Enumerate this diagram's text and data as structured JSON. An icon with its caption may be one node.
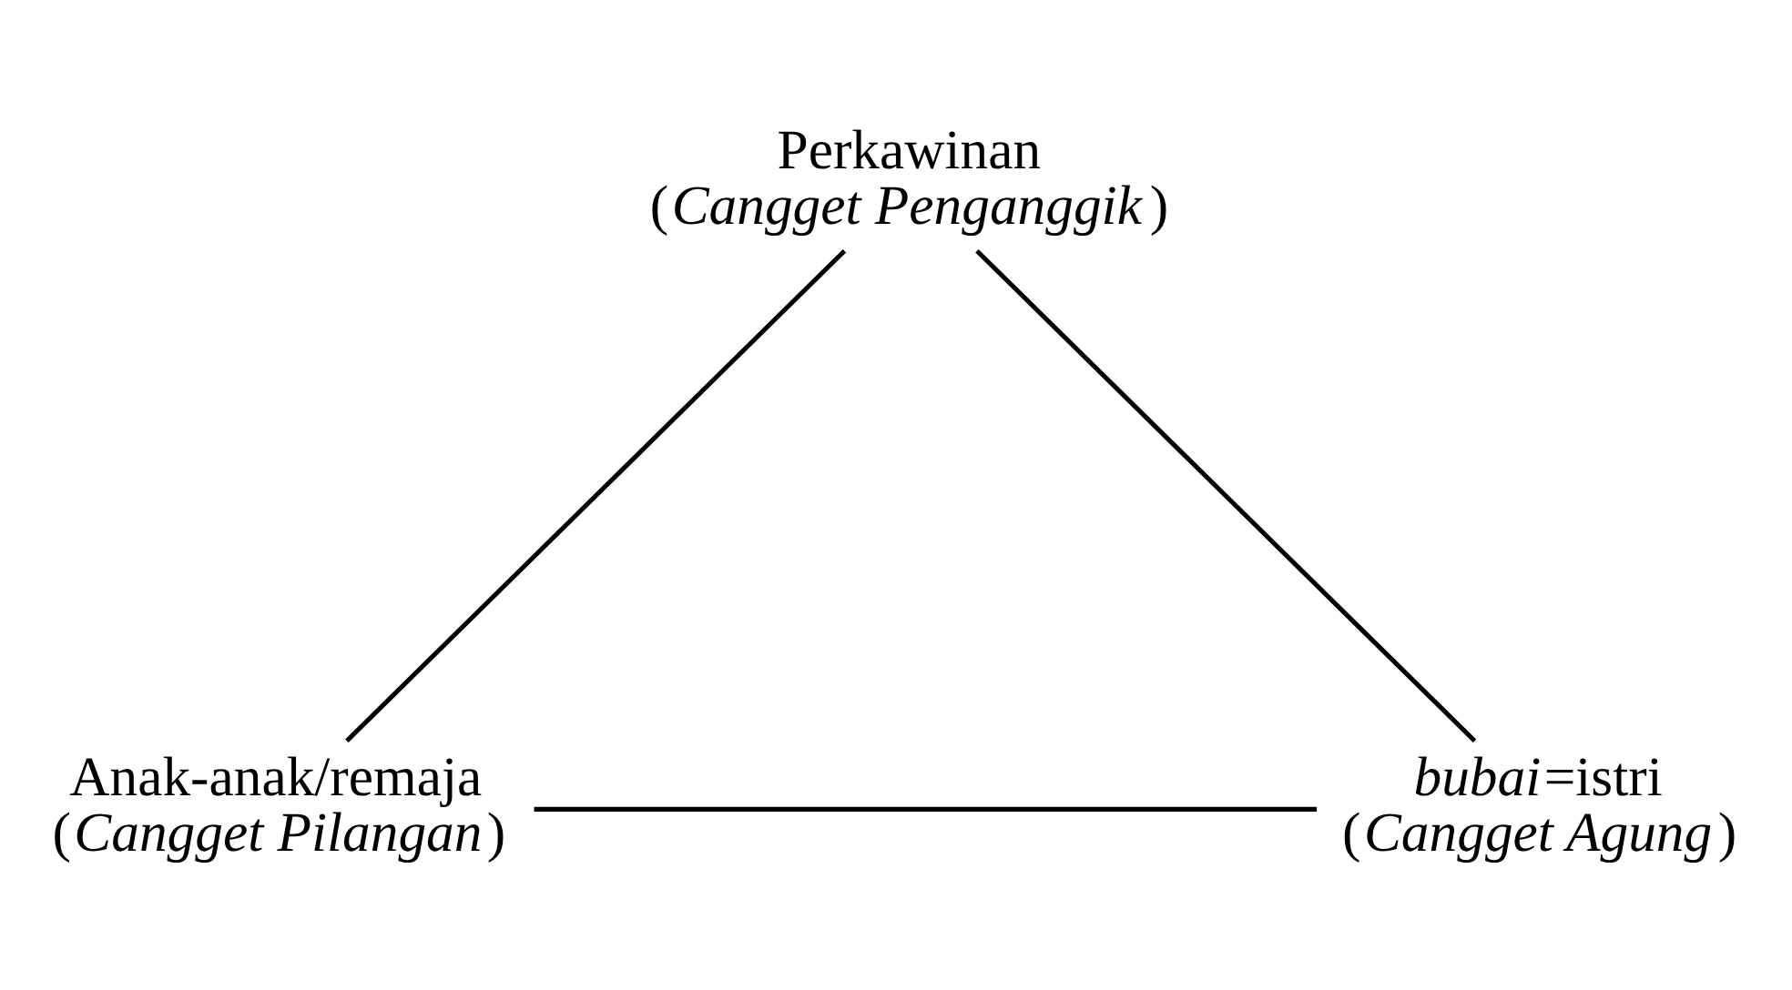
{
  "diagram": {
    "nodes": [
      {
        "text": [
          "Perkawinan",
          "(*Cangget Penganggik*)"
        ]
      },
      {
        "text": [
          "Anak-anak/remaja",
          "(*Cangget Pilangan*)"
        ]
      },
      {
        "text": [
          "*bubai*=istri",
          "(*Cangget Agung*)"
        ]
      }
    ],
    "edges": [
      {
        "from": 0,
        "to": 1,
        "arrow": "none"
      },
      {
        "from": 1,
        "to": 2,
        "arrow": "none"
      },
      {
        "from": 2,
        "to": 0,
        "arrow": "none"
      }
    ]
  }
}
